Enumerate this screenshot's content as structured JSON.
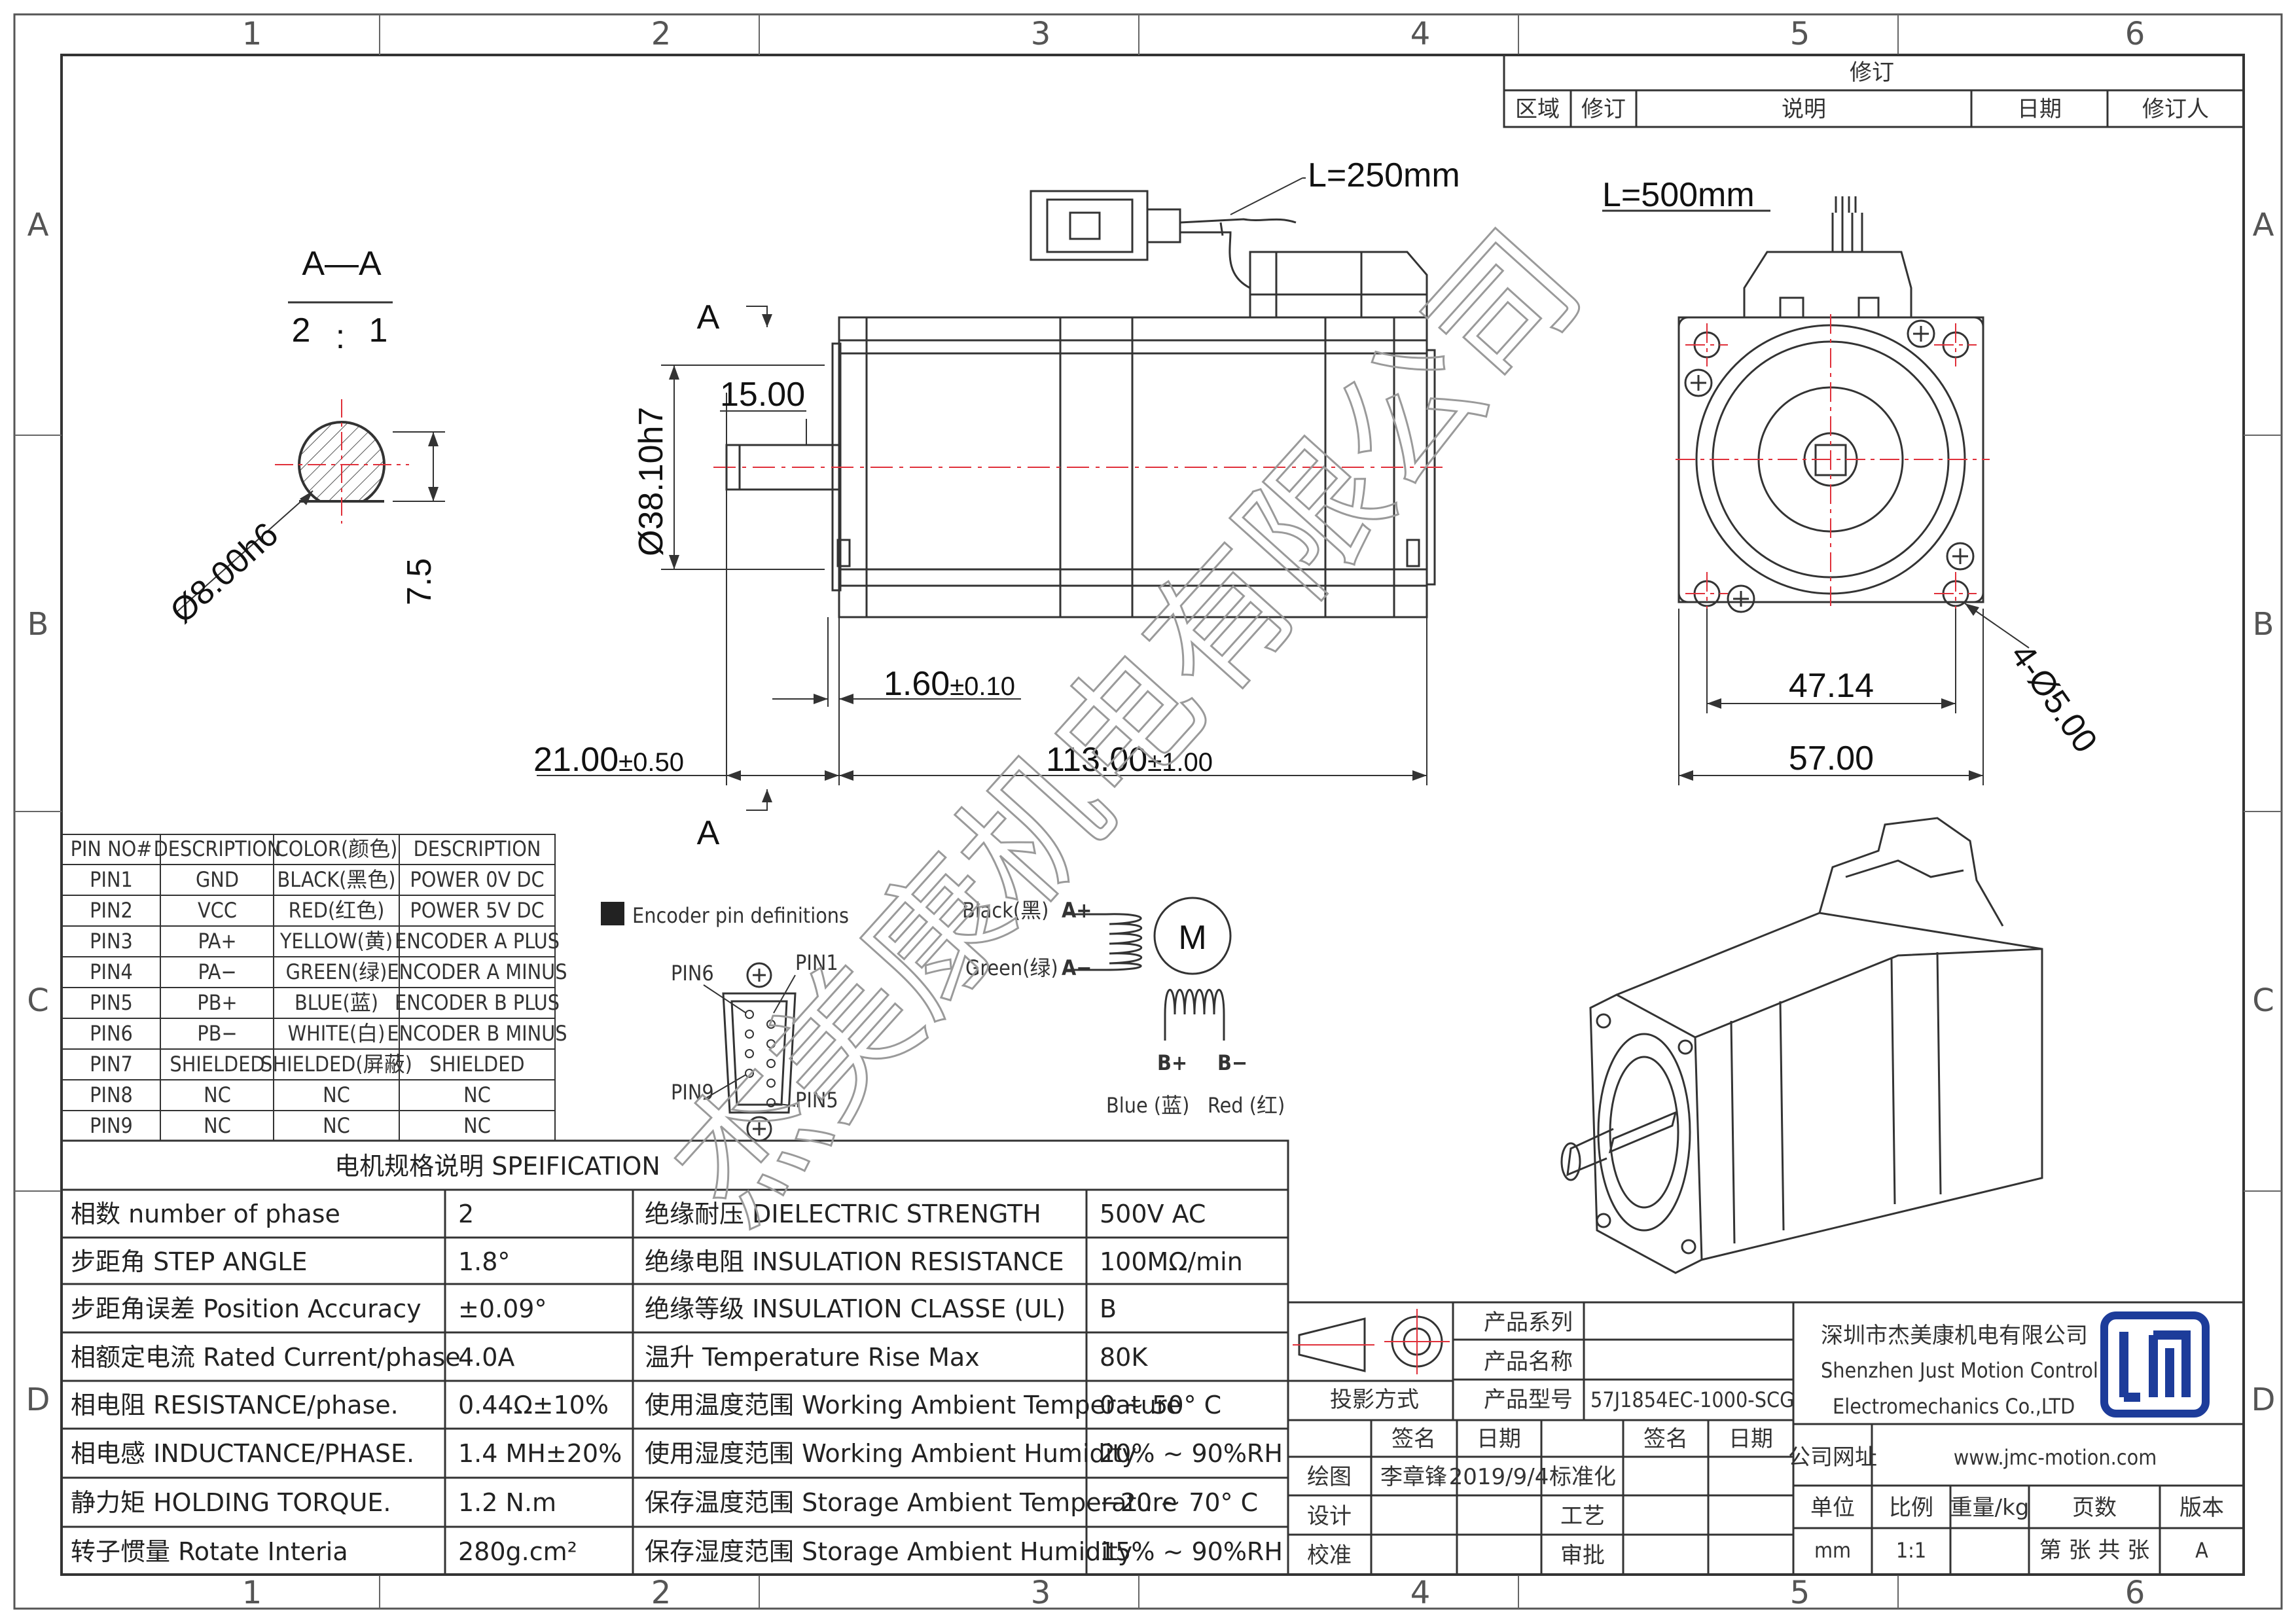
{
  "zones": {
    "columns": [
      "1",
      "2",
      "3",
      "4",
      "5",
      "6"
    ],
    "rows": [
      "A",
      "B",
      "C",
      "D"
    ]
  },
  "revision": {
    "title": "修订",
    "headers": [
      "区域",
      "修订",
      "说明",
      "日期",
      "修订人"
    ]
  },
  "section": {
    "name": "A—A",
    "scale_num": "2",
    "scale_sep": ":",
    "scale_den": "1",
    "cut_label": "A"
  },
  "dims": {
    "shaft_dia": "Ø8.00h6",
    "flat": "7.5",
    "pilot_dia": "Ø38.10h7",
    "shaft_flat_len": "15.00",
    "pilot_height": "1.60",
    "pilot_height_tol": "±0.10",
    "shaft_len": "21.00",
    "shaft_len_tol": "±0.50",
    "body_len": "113.00",
    "body_len_tol": "±1.00",
    "cable_encoder": "L=250mm",
    "cable_motor": "L=500mm",
    "hole_spacing": "47.14",
    "flange": "57.00",
    "holes": "4-Ø5.00"
  },
  "pin_table": {
    "headers": [
      "PIN NO#",
      "DESCRIPTION",
      "COLOR(颜色)",
      "DESCRIPTION"
    ],
    "rows": [
      [
        "PIN1",
        "GND",
        "BLACK(黑色)",
        "POWER 0V DC"
      ],
      [
        "PIN2",
        "VCC",
        "RED(红色)",
        "POWER 5V DC"
      ],
      [
        "PIN3",
        "PA+",
        "YELLOW(黄)",
        "ENCODER A PLUS"
      ],
      [
        "PIN4",
        "PA−",
        "GREEN(绿)",
        "ENCODER A MINUS"
      ],
      [
        "PIN5",
        "PB+",
        "BLUE(蓝)",
        "ENCODER B PLUS"
      ],
      [
        "PIN6",
        "PB−",
        "WHITE(白)",
        "ENCODER B MINUS"
      ],
      [
        "PIN7",
        "SHIELDED",
        "SHIELDED(屏蔽)",
        "SHIELDED"
      ],
      [
        "PIN8",
        "NC",
        "NC",
        "NC"
      ],
      [
        "PIN9",
        "NC",
        "NC",
        "NC"
      ]
    ]
  },
  "encoder": {
    "title": "Encoder pin definitions",
    "pin6": "PIN6",
    "pin1": "PIN1",
    "pin9": "PIN9",
    "pin5": "PIN5"
  },
  "wiring": {
    "black": "Black(黑)",
    "a_plus": "A+",
    "green": "Green(绿)",
    "a_minus": "A−",
    "motor": "M",
    "b_plus": "B+",
    "b_minus": "B−",
    "blue": "Blue (蓝)",
    "red": "Red (红)"
  },
  "spec": {
    "title": "电机规格说明 SPEIFICATION",
    "rows": [
      [
        "相数 number of phase",
        "2",
        "绝缘耐压 DIELECTRIC STRENGTH",
        "500V AC"
      ],
      [
        "步距角 STEP ANGLE",
        "1.8°",
        "绝缘电阻 INSULATION RESISTANCE",
        "100MΩ/min"
      ],
      [
        "步距角误差 Position Accuracy",
        "±0.09°",
        "绝缘等级 INSULATION CLASSE (UL)",
        "B"
      ],
      [
        "相额定电流 Rated Current/phase",
        "4.0A",
        "温升 Temperature Rise Max",
        "80K"
      ],
      [
        "相电阻 RESISTANCE/phase.",
        "0.44Ω±10%",
        "使用温度范围 Working Ambient Temperature",
        "0 ~ 50° C"
      ],
      [
        "相电感 INDUCTANCE/PHASE.",
        "1.4 MH±20%",
        "使用湿度范围 Working Ambient Humidity",
        "20% ~ 90%RH"
      ],
      [
        "静力矩 HOLDING TORQUE.",
        "1.2 N.m",
        "保存温度范围 Storage Ambient Temperature",
        "−20 ~ 70° C"
      ],
      [
        "转子惯量 Rotate Interia",
        "280g.cm²",
        "保存湿度范围 Storage Ambient Humidity",
        "15% ~ 90%RH"
      ]
    ]
  },
  "title_block": {
    "product_series": "产品系列",
    "product_name": "产品名称",
    "product_model": "产品型号",
    "model_value": "57J1854EC-1000-SCG",
    "projection": "投影方式",
    "sign": "签名",
    "date": "日期",
    "drawn": "绘图",
    "drawer": "李章锋",
    "drawn_date": "2019/9/4",
    "standard": "标准化",
    "design": "设计",
    "process": "工艺",
    "check": "校准",
    "approve": "审批",
    "company_cn": "深圳市杰美康机电有限公司",
    "company_en1": "Shenzhen Just Motion Control",
    "company_en2": "Electromechanics Co.,LTD",
    "website_label": "公司网址",
    "website": "www.jmc-motion.com",
    "unit": "单位",
    "unit_val": "mm",
    "scale": "比例",
    "scale_val": "1:1",
    "weight": "重量/kg",
    "pages": "页数",
    "pages_val": "第 张 共 张",
    "version": "版本",
    "version_val": "A"
  },
  "watermark": "杰美康机电有限公司"
}
